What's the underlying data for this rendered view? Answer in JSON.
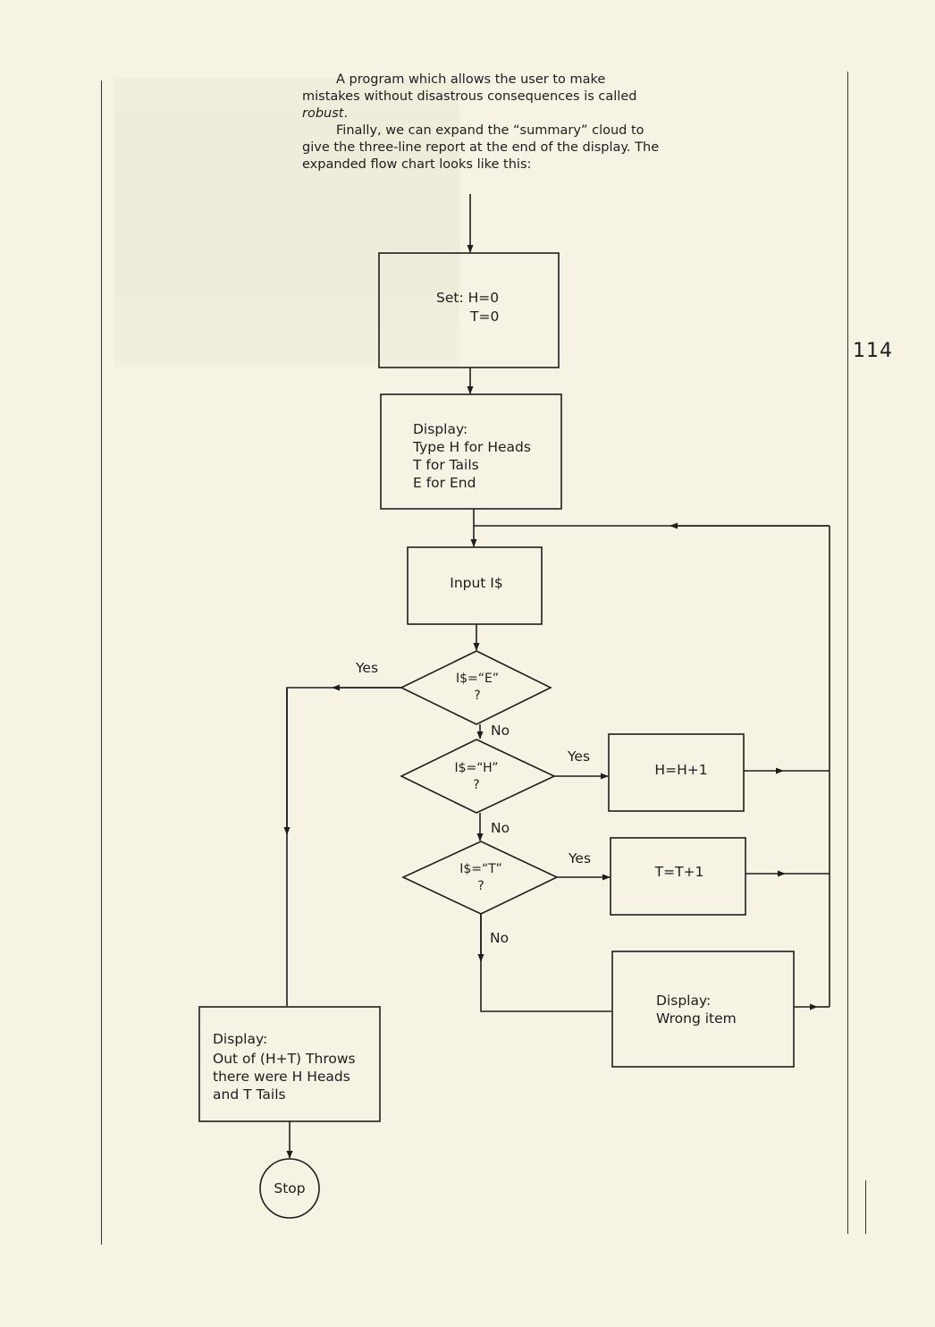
{
  "page": {
    "number": "114",
    "intro_line1": "A program which allows the user to make mistakes without disastrous consequences is called ",
    "intro_robust": "robust",
    "intro_period": ".",
    "intro_line2": "Finally, we can expand the “summary” cloud to give the three-line report at the end of the display. The expanded flow chart looks like this:"
  },
  "flowchart": {
    "set_box": {
      "line1": "Set: H=0",
      "line2": "T=0"
    },
    "display_box": {
      "line1": "Display:",
      "line2": "Type H for Heads",
      "line3": "T for Tails",
      "line4": "E for End"
    },
    "input_box": {
      "label": "Input I$"
    },
    "decision_e": {
      "line1": "I$=“E”",
      "line2": "?"
    },
    "decision_h": {
      "line1": "I$=“H”",
      "line2": "?"
    },
    "decision_t": {
      "line1": "I$=“T”",
      "line2": "?"
    },
    "h_box": {
      "label": "H=H+1"
    },
    "t_box": {
      "label": "T=T+1"
    },
    "wrong_box": {
      "line1": "Display:",
      "line2": "Wrong item"
    },
    "report_box": {
      "line1": "Display:",
      "line2": "Out of (H+T) Throws",
      "line3": "there were H Heads",
      "line4": "and T Tails"
    },
    "stop": {
      "label": "Stop"
    },
    "labels": {
      "yes_e": "Yes",
      "no_e": "No",
      "yes_h": "Yes",
      "no_h": "No",
      "yes_t": "Yes",
      "no_t": "No"
    }
  }
}
